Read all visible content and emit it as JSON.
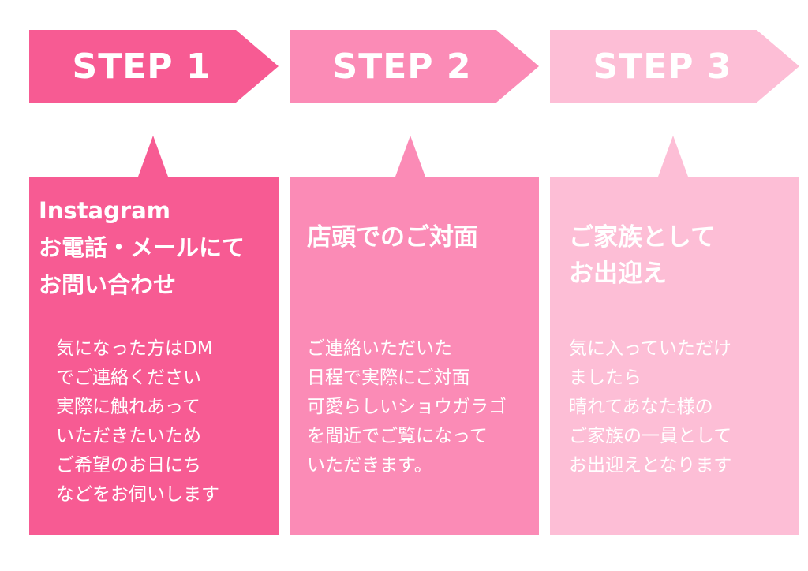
{
  "colors": {
    "step1": "#f75b93",
    "step2": "#fb8bb6",
    "step3": "#fdbed6"
  },
  "steps": [
    {
      "label": "STEP 1",
      "title": "Instagram\nお電話・メールにて\nお問い合わせ",
      "body": "気になった方はDM\nでご連絡ください\n実際に触れあって\nいただきたいため\nご希望のお日にち\nなどをお伺いします"
    },
    {
      "label": "STEP 2",
      "title": "店頭でのご対面",
      "body": "ご連絡いただいた\n日程で実際にご対面\n可愛らしいショウガラゴ\nを間近でご覧になって\nいただきます。"
    },
    {
      "label": "STEP 3",
      "title": "ご家族として\nお出迎え",
      "body": "気に入っていただけ\nましたら\n晴れてあなた様の\nご家族の一員として\nお出迎えとなります"
    }
  ]
}
